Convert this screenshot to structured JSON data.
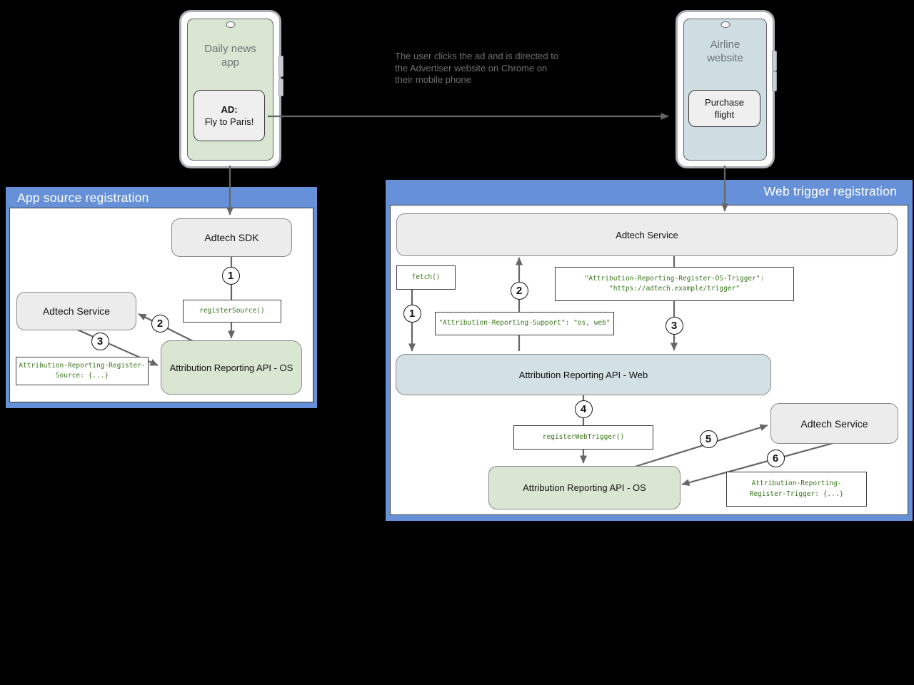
{
  "colors": {
    "panel-blue": "#6691d8",
    "box-green": "#d9e7d2",
    "box-blue": "#d3e0e4",
    "box-gray": "#ececec",
    "screen-green": "#d9e7d2",
    "screen-blue": "#cedde1",
    "code-green": "#38761d",
    "arrow-gray": "#666666",
    "caption-gray": "#707070",
    "phone-text-gray": "#6e7276"
  },
  "left_phone": {
    "title": "Daily news\napp",
    "ad_heading": "AD:",
    "ad_text": "Fly to Paris!"
  },
  "right_phone": {
    "title": "Airline\nwebsite",
    "button_label": "Purchase\nflight"
  },
  "caption": "The user clicks the ad and is directed to\nthe Advertiser website on Chrome on\ntheir mobile phone",
  "app_source_panel": {
    "title": "App source registration",
    "adtech_sdk": "Adtech SDK",
    "adtech_service": "Adtech Service",
    "register_source_code": "registerSource()",
    "source_header_code": "Attribution-Reporting-Register-\nSource: {...}",
    "api_os": "Attribution Reporting API - OS",
    "steps": [
      "1",
      "2",
      "3"
    ]
  },
  "web_trigger_panel": {
    "title": "Web trigger registration",
    "adtech_service_top": "Adtech Service",
    "fetch_code": "fetch()",
    "os_trigger_header_code": "\"Attribution-Reporting-Register-OS-Trigger\":\n\"https://adtech.example/trigger\"",
    "support_header_code": "\"Attribution-Reporting-Support\": \"os, web\"",
    "api_web": "Attribution Reporting API - Web",
    "register_web_trigger_code": "registerWebTrigger()",
    "api_os": "Attribution Reporting API - OS",
    "adtech_service_right": "Adtech Service",
    "trigger_header_code": "Attribution-Reporting-\nRegister-Trigger: {...}",
    "steps": [
      "1",
      "2",
      "3",
      "4",
      "5",
      "6"
    ]
  }
}
